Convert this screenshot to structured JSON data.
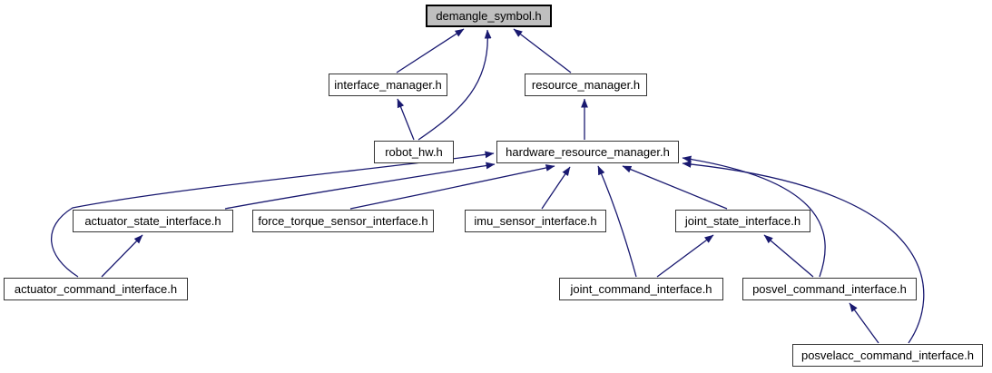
{
  "diagram": {
    "type": "include-dependency-graph",
    "root": "demangle_symbol.h",
    "nodes": [
      {
        "id": "demangle_symbol",
        "label": "demangle_symbol.h",
        "emphasized": true
      },
      {
        "id": "interface_manager",
        "label": "interface_manager.h",
        "emphasized": false
      },
      {
        "id": "resource_manager",
        "label": "resource_manager.h",
        "emphasized": false
      },
      {
        "id": "robot_hw",
        "label": "robot_hw.h",
        "emphasized": false
      },
      {
        "id": "hardware_resource_manager",
        "label": "hardware_resource_manager.h",
        "emphasized": false
      },
      {
        "id": "actuator_state_interface",
        "label": "actuator_state_interface.h",
        "emphasized": false
      },
      {
        "id": "force_torque_sensor_interface",
        "label": "force_torque_sensor_interface.h",
        "emphasized": false
      },
      {
        "id": "imu_sensor_interface",
        "label": "imu_sensor_interface.h",
        "emphasized": false
      },
      {
        "id": "joint_state_interface",
        "label": "joint_state_interface.h",
        "emphasized": false
      },
      {
        "id": "actuator_command_interface",
        "label": "actuator_command_interface.h",
        "emphasized": false
      },
      {
        "id": "joint_command_interface",
        "label": "joint_command_interface.h",
        "emphasized": false
      },
      {
        "id": "posvel_command_interface",
        "label": "posvel_command_interface.h",
        "emphasized": false
      },
      {
        "id": "posvelacc_command_interface",
        "label": "posvelacc_command_interface.h",
        "emphasized": false
      }
    ],
    "edges": [
      {
        "from": "interface_manager",
        "to": "demangle_symbol"
      },
      {
        "from": "resource_manager",
        "to": "demangle_symbol"
      },
      {
        "from": "robot_hw",
        "to": "demangle_symbol"
      },
      {
        "from": "robot_hw",
        "to": "interface_manager"
      },
      {
        "from": "hardware_resource_manager",
        "to": "resource_manager"
      },
      {
        "from": "actuator_state_interface",
        "to": "hardware_resource_manager"
      },
      {
        "from": "actuator_command_interface",
        "to": "hardware_resource_manager"
      },
      {
        "from": "actuator_command_interface",
        "to": "actuator_state_interface"
      },
      {
        "from": "force_torque_sensor_interface",
        "to": "hardware_resource_manager"
      },
      {
        "from": "imu_sensor_interface",
        "to": "hardware_resource_manager"
      },
      {
        "from": "joint_command_interface",
        "to": "hardware_resource_manager"
      },
      {
        "from": "joint_command_interface",
        "to": "joint_state_interface"
      },
      {
        "from": "joint_state_interface",
        "to": "hardware_resource_manager"
      },
      {
        "from": "posvel_command_interface",
        "to": "hardware_resource_manager"
      },
      {
        "from": "posvel_command_interface",
        "to": "joint_state_interface"
      },
      {
        "from": "posvelacc_command_interface",
        "to": "hardware_resource_manager"
      },
      {
        "from": "posvelacc_command_interface",
        "to": "posvel_command_interface"
      }
    ]
  },
  "colors": {
    "edge": "#191970",
    "node_border": "#353535",
    "emphasized_fill": "#bfbfbf",
    "background": "#ffffff",
    "text": "#000000"
  }
}
